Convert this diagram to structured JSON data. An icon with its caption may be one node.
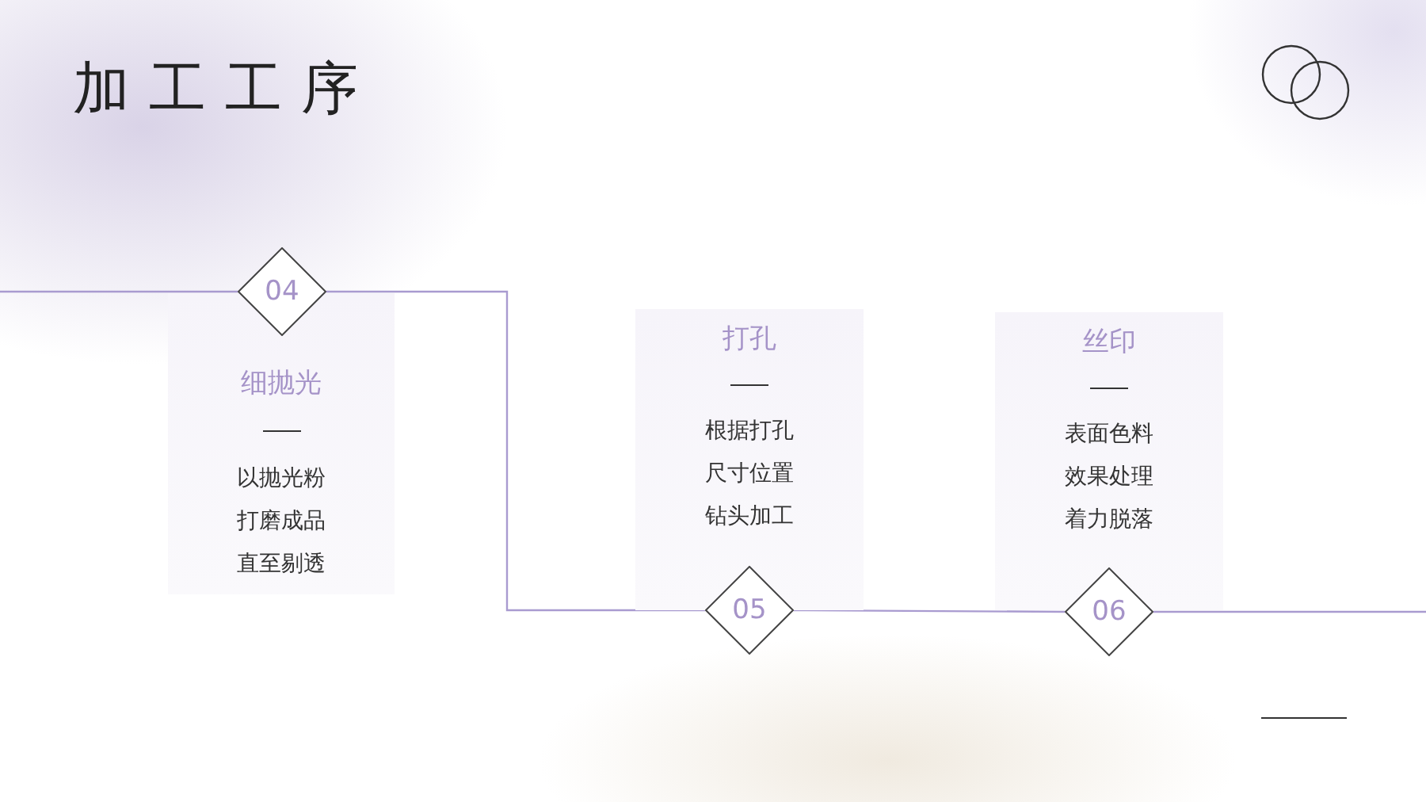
{
  "diagram": {
    "title": "加工工序",
    "nodes": [
      {
        "text": [
          "04"
        ]
      },
      {
        "text": [
          "细抛光",
          "以抛光粉打磨成品直至剔透"
        ]
      },
      {
        "text": [
          "打孔",
          "根据打孔尺寸位置钻头加工"
        ]
      },
      {
        "text": [
          "05"
        ]
      },
      {
        "text": [
          "丝印",
          "表面色料效果处理着力脱落"
        ]
      },
      {
        "text": [
          "06"
        ]
      }
    ],
    "edges": [
      {
        "from": null,
        "to": 0,
        "arrow": "none"
      },
      {
        "from": 0,
        "to": 3,
        "arrow": "none"
      },
      {
        "from": 3,
        "to": 5,
        "arrow": "none"
      },
      {
        "from": 5,
        "to": null,
        "arrow": "none"
      }
    ]
  }
}
